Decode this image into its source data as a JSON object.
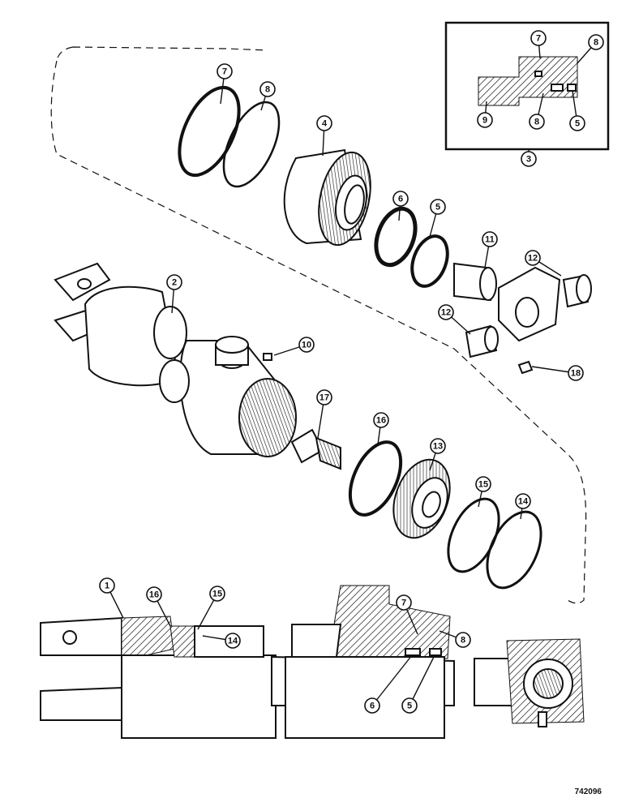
{
  "figure_number": "742096",
  "callouts": [
    {
      "id": "c7-top",
      "label": "7"
    },
    {
      "id": "c8-top",
      "label": "8"
    },
    {
      "id": "c4",
      "label": "4"
    },
    {
      "id": "c6-top",
      "label": "6"
    },
    {
      "id": "c5-top",
      "label": "5"
    },
    {
      "id": "c11",
      "label": "11"
    },
    {
      "id": "c12-a",
      "label": "12"
    },
    {
      "id": "c12-b",
      "label": "12"
    },
    {
      "id": "c18",
      "label": "18"
    },
    {
      "id": "c2",
      "label": "2"
    },
    {
      "id": "c10",
      "label": "10"
    },
    {
      "id": "c17",
      "label": "17"
    },
    {
      "id": "c16-top",
      "label": "16"
    },
    {
      "id": "c13",
      "label": "13"
    },
    {
      "id": "c15-top",
      "label": "15"
    },
    {
      "id": "c14-top",
      "label": "14"
    },
    {
      "id": "c3",
      "label": "3"
    },
    {
      "id": "c7-inset",
      "label": "7"
    },
    {
      "id": "c8-inset-a",
      "label": "8"
    },
    {
      "id": "c9-inset",
      "label": "9"
    },
    {
      "id": "c8-inset-b",
      "label": "8"
    },
    {
      "id": "c5-inset",
      "label": "5"
    },
    {
      "id": "c1",
      "label": "1"
    },
    {
      "id": "c16-bot",
      "label": "16"
    },
    {
      "id": "c15-bot",
      "label": "15"
    },
    {
      "id": "c14-bot",
      "label": "14"
    },
    {
      "id": "c7-bot",
      "label": "7"
    },
    {
      "id": "c8-bot",
      "label": "8"
    },
    {
      "id": "c6-bot",
      "label": "6"
    },
    {
      "id": "c5-bot",
      "label": "5"
    }
  ]
}
